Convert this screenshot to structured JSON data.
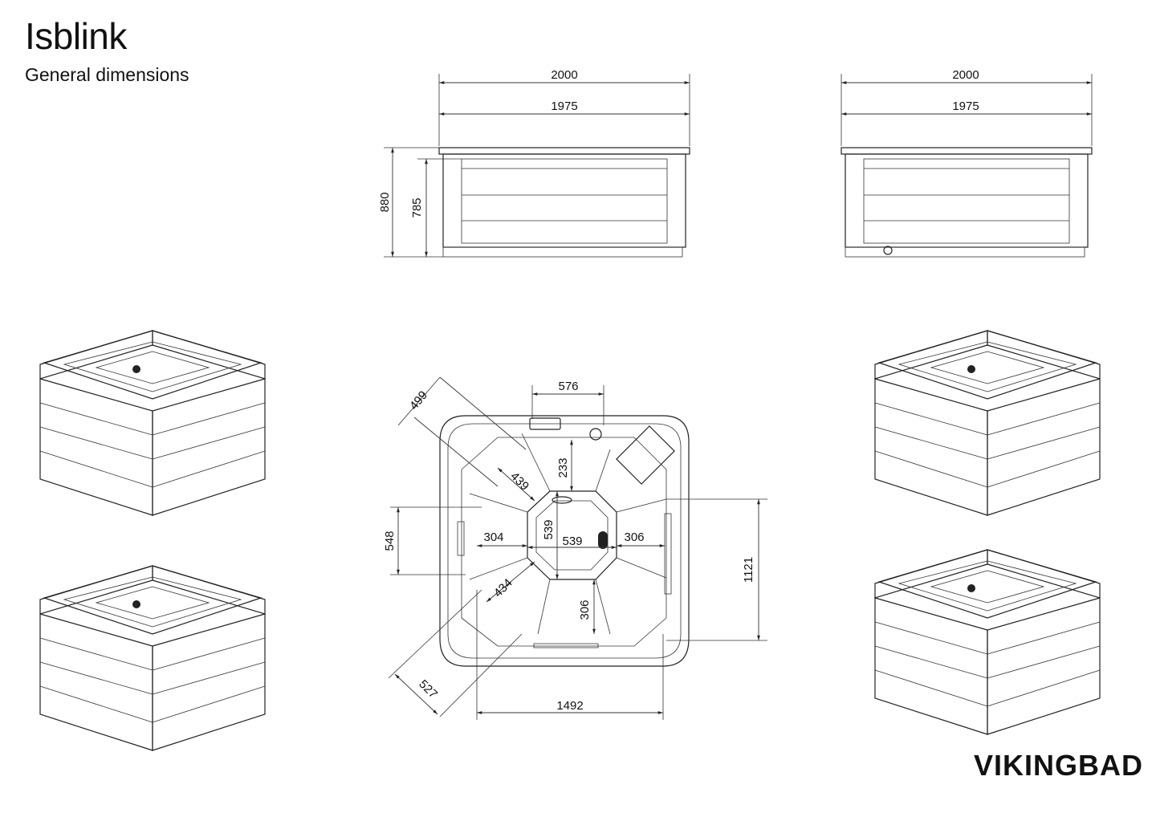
{
  "header": {
    "title": "Isblink",
    "subtitle": "General dimensions"
  },
  "brand": {
    "name": "VIKINGBAD"
  },
  "front_view": {
    "width_outer": "2000",
    "width_inner": "1975",
    "height_total": "880",
    "height_panel": "785"
  },
  "side_view": {
    "width_outer": "2000",
    "width_inner": "1975"
  },
  "top_view": {
    "top_width": "576",
    "diag_top_left": "499",
    "seat_diag_upper": "439",
    "depth_233": "233",
    "left_548": "548",
    "seat_left_304": "304",
    "center_vertical": "539",
    "center_horizontal": "539",
    "seat_right_306": "306",
    "right_1121": "1121",
    "seat_diag_lower": "434",
    "bottom_306": "306",
    "diag_bottom_left": "527",
    "bottom_width": "1492"
  },
  "colors": {
    "line": "#222222",
    "background": "#ffffff"
  }
}
